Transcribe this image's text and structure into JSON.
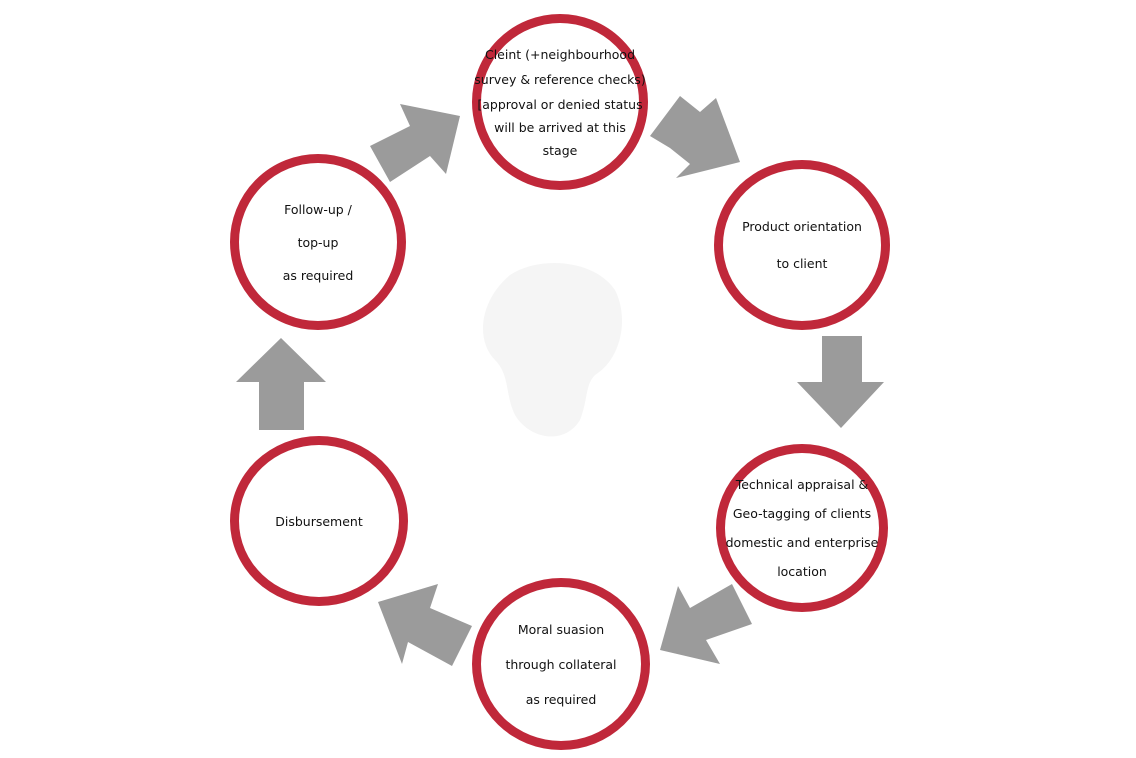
{
  "colors": {
    "circle_border": "#c0283a",
    "arrow_fill": "#9b9b9b",
    "text": "#111111",
    "background": "#ffffff",
    "center_blob": "#f5f5f5"
  },
  "nodes": {
    "client": {
      "lines": [
        "Cleint (+neighbourhood",
        "survey & reference checks)",
        "[approval or denied status",
        "will be arrived at this",
        "stage"
      ]
    },
    "product": {
      "lines": [
        "Product orientation",
        "to client"
      ]
    },
    "technical": {
      "lines": [
        "Technical appraisal &",
        "Geo-tagging of clients",
        "domestic and enterprise",
        "location"
      ]
    },
    "moral": {
      "lines": [
        "Moral suasion",
        "through collateral",
        "as required"
      ]
    },
    "disbursement": {
      "lines": [
        "Disbursement"
      ]
    },
    "followup": {
      "lines": [
        "Follow-up /",
        "top-up",
        "as required"
      ]
    }
  },
  "arrows": [
    {
      "id": "arrow-client-to-product",
      "direction": "down-right"
    },
    {
      "id": "arrow-product-to-technical",
      "direction": "down"
    },
    {
      "id": "arrow-technical-to-moral",
      "direction": "down-left"
    },
    {
      "id": "arrow-moral-to-disbursement",
      "direction": "up-left"
    },
    {
      "id": "arrow-disbursement-to-followup",
      "direction": "up"
    },
    {
      "id": "arrow-followup-to-client",
      "direction": "up-right"
    }
  ]
}
